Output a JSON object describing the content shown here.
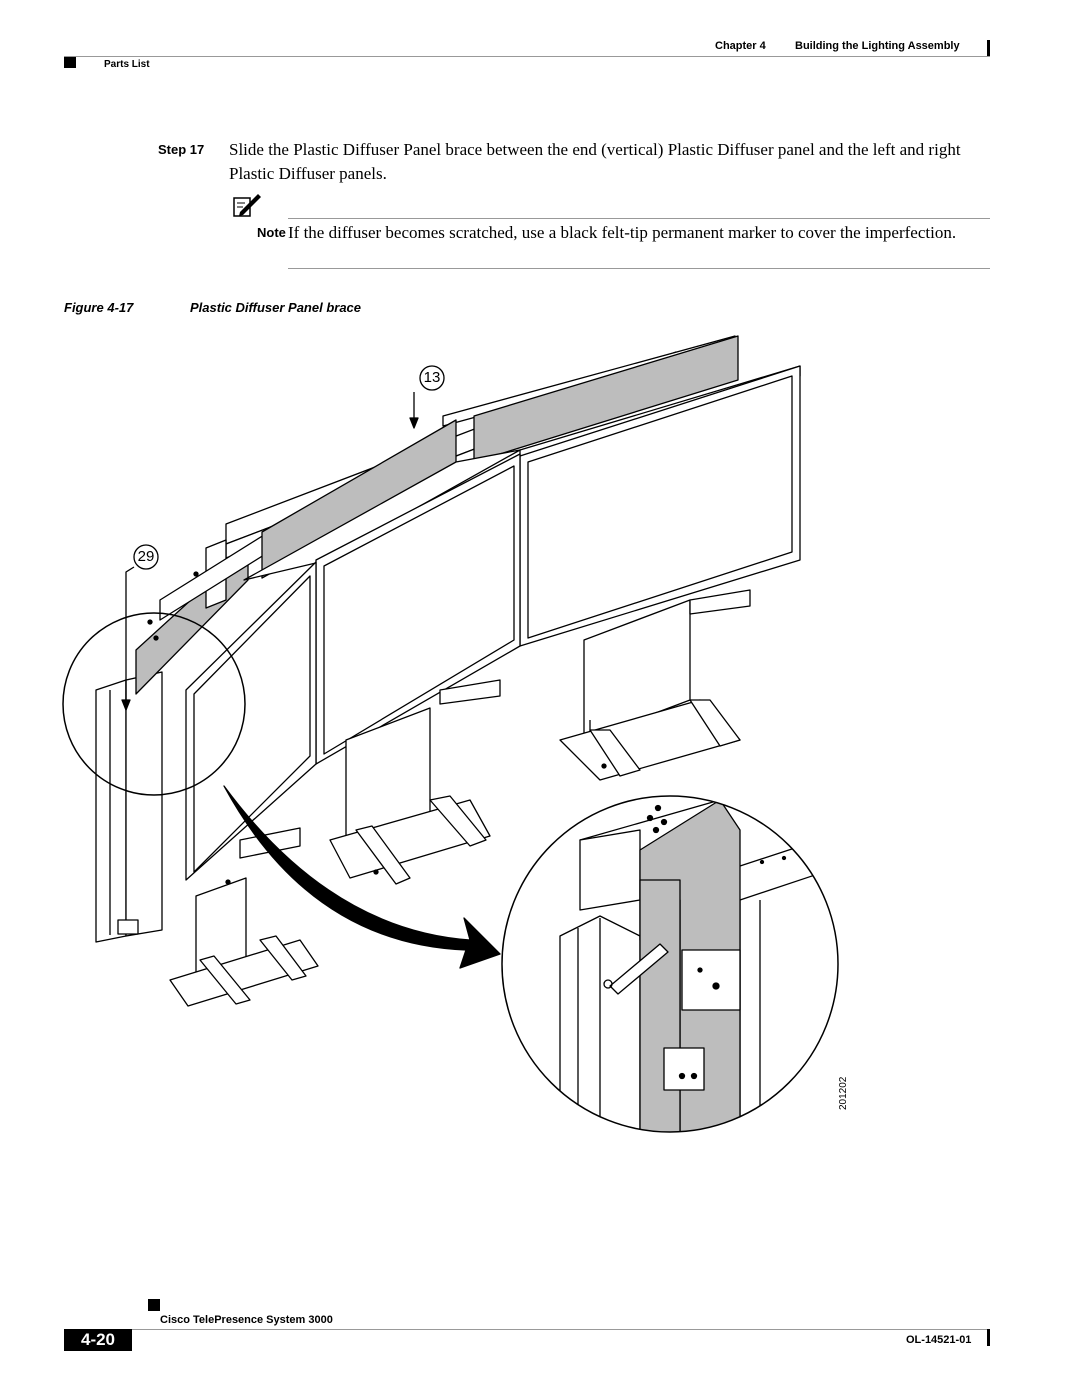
{
  "header": {
    "chapter": "Chapter 4",
    "chapter_title": "Building the Lighting Assembly",
    "section": "Parts List"
  },
  "step": {
    "label": "Step 17",
    "text": "Slide the Plastic Diffuser Panel brace between the end (vertical) Plastic Diffuser panel and the left and right Plastic Diffuser panels."
  },
  "note": {
    "label": "Note",
    "text": "If the diffuser becomes scratched, use a black felt-tip permanent marker to cover the imperfection."
  },
  "figure": {
    "number": "Figure 4-17",
    "title": "Plastic Diffuser Panel brace",
    "callouts": [
      "13",
      "29"
    ],
    "art_id": "201202"
  },
  "footer": {
    "doc_title": "Cisco TelePresence System 3000",
    "page_number": "4-20",
    "doc_number": "OL-14521-01"
  }
}
